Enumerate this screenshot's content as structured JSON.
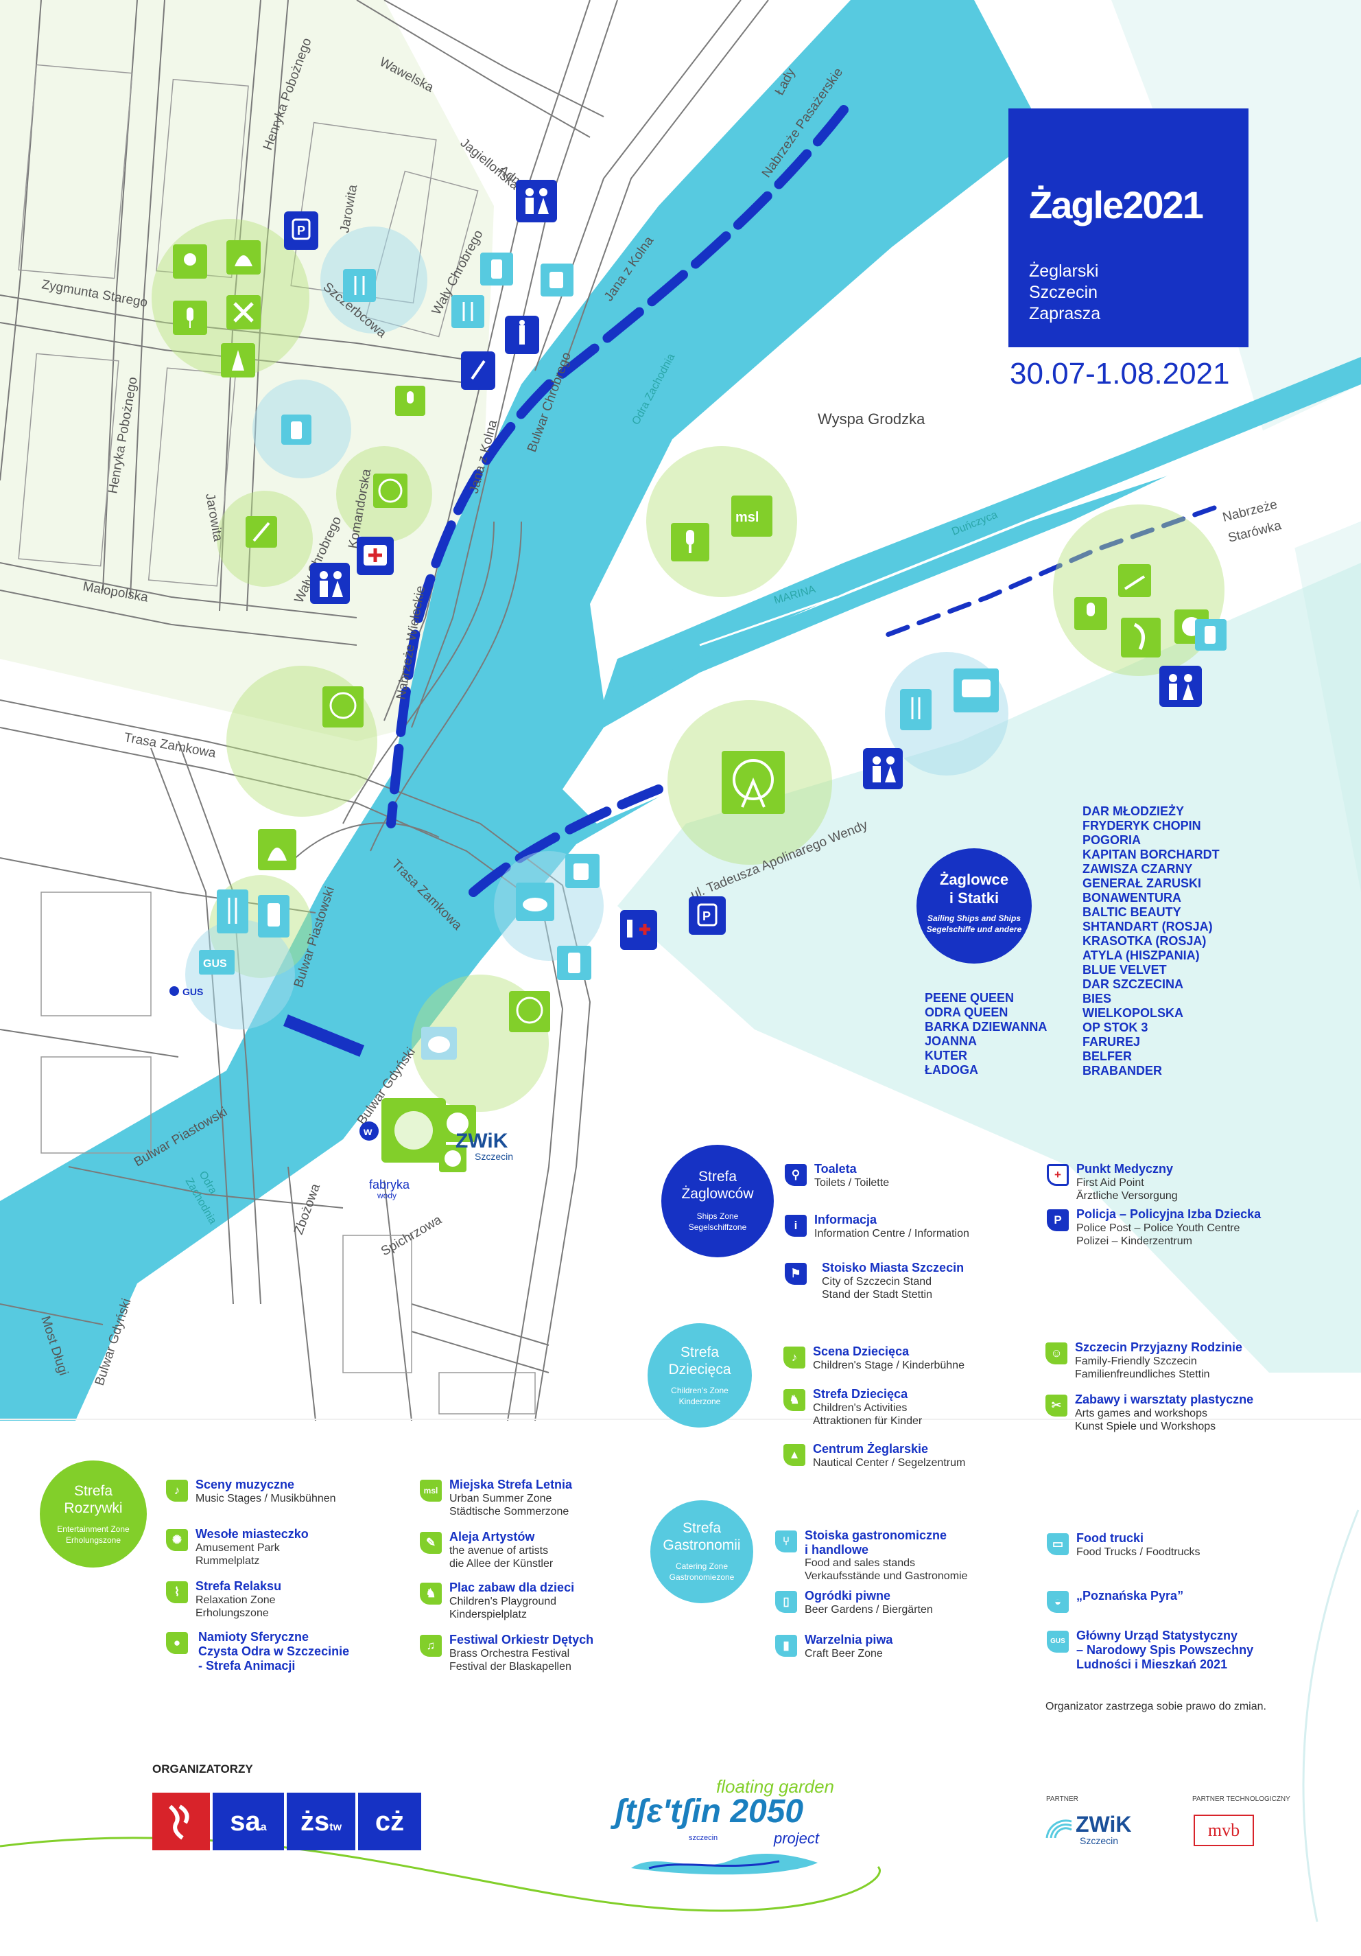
{
  "header": {
    "logo": "Żagle2021",
    "subtitle": [
      "Żeglarski",
      "Szczecin",
      "Zaprasza"
    ],
    "dates": "30.07-1.08.2021"
  },
  "colors": {
    "brand_blue": "#1632c4",
    "river": "#57cae0",
    "zone_green": "#82cf2a",
    "zone_teal": "#57cae0",
    "medical_red": "#d8232a"
  },
  "map": {
    "streets": {
      "wawelska": "Wawelska",
      "henryka_pobożnego_top": "Henryka Pobożnego",
      "jadwigi": "Jagiellońska",
      "admiralska": "Admiralska",
      "lady": "Łady",
      "nabrzeze_pasazerskie": "Nabrzeże Pasażerskie",
      "zygmunta": "Zygmunta Starego",
      "jana_z_kolna_top": "Jana z Kolna",
      "wały_chrobrego_top": "Wały Chrobrego",
      "szczerbcowa": "Szczerbcowa",
      "jarowita": "Jarowita",
      "henryka_pobożnego_left": "Henryka Pobożnego",
      "jarowita_left": "Jarowita",
      "komandorska": "Komandorska",
      "waly_chrobrego_mid": "Wały Chrobrego",
      "jana_z_kolna_mid": "Jana z Kolna",
      "bulwar_chrobrego": "Bulwar Chrobrego",
      "matopolska": "Małopolska",
      "nabrzeze_wieleckie": "Nabrzeże Wieleckie",
      "trasa_zamkowa_left": "Trasa Zamkowa",
      "trasa_zamkowa_mid": "Trasa Zamkowa",
      "apolinarego": "ul. Tadeusza Apolinarego Wendy",
      "nabrzeze_starowka": [
        "Nabrzeże",
        "Starówka"
      ],
      "bulwar_piastowski_mid": "Bulwar Piastowski",
      "bulwar_piastowski_left": "Bulwar Piastowski",
      "bulwar_gdynski": "Bulwar Gdyński",
      "zbozowa": "Zbożowa",
      "spichrzowa": "Spichrzowa",
      "most_dlugi": "Most Długi",
      "bulwar_gdynski_bottom": "Bulwar Gdyński"
    },
    "water_labels": {
      "odra_top": "Odra Zachodnia",
      "duńczyca": "Duńczyca",
      "marina": "MARINA",
      "odra_bottom": [
        "Odra",
        "Zachodnia"
      ]
    },
    "island": "Wyspa Grodzka",
    "gus_map": "GUS",
    "gus_map_small": "GUS",
    "zwik_map": "ZWiK",
    "zwik_map_sub": "Szczecin",
    "fabryka": "fabryka",
    "fabryka_sub": "wody"
  },
  "ships": {
    "title": [
      "Żaglowce",
      "i Statki"
    ],
    "subtitle": [
      "Sailing Ships and Ships",
      "Segelschiffe und andere"
    ],
    "list_right": [
      "DAR MŁODZIEŻY",
      "FRYDERYK CHOPIN",
      "POGORIA",
      "KAPITAN BORCHARDT",
      "ZAWISZA CZARNY",
      "GENERAŁ ZARUSKI",
      "BONAWENTURA",
      "BALTIC BEAUTY",
      "SHTANDART (ROSJA)",
      "KRASOTKA (ROSJA)",
      "ATYLA (HISZPANIA)",
      "BLUE VELVET",
      "DAR SZCZECINA",
      "BIES",
      "WIELKOPOLSKA",
      "OP STOK 3",
      "FARUREJ",
      "BELFER",
      "BRABANDER"
    ],
    "list_left": [
      "PEENE QUEEN",
      "ODRA QUEEN",
      "BARKA DZIEWANNA",
      "JOANNA",
      "KUTER",
      "ŁADOGA"
    ]
  },
  "zones": {
    "zaglowcow": {
      "title": [
        "Strefa",
        "Żaglowców"
      ],
      "sub": [
        "Ships Zone",
        "Segelschiffzone"
      ]
    },
    "dziecieca": {
      "title": [
        "Strefa",
        "Dziecięca"
      ],
      "sub": [
        "Children's Zone",
        "Kinderzone"
      ]
    },
    "rozrywki": {
      "title": [
        "Strefa",
        "Rozrywki"
      ],
      "sub": [
        "Entertainment Zone",
        "Erholungszone"
      ]
    },
    "gastronomii": {
      "title": [
        "Strefa",
        "Gastronomii"
      ],
      "sub": [
        "Catering Zone",
        "Gastronomiezone"
      ]
    }
  },
  "legend": {
    "toaleta": {
      "title": "Toaleta",
      "desc": [
        "Toilets / Toilette"
      ]
    },
    "informacja": {
      "title": "Informacja",
      "desc": [
        "Information Centre / Information"
      ]
    },
    "stoisko": {
      "title": "Stoisko Miasta Szczecin",
      "desc": [
        "City of Szczecin Stand",
        "Stand der Stadt Stettin"
      ]
    },
    "medyczny": {
      "title": "Punkt Medyczny",
      "desc": [
        "First Aid Point",
        "Ärztliche Versorgung"
      ]
    },
    "policja": {
      "title": "Policja – Policyjna Izba Dziecka",
      "desc": [
        "Police Post – Police Youth Centre",
        "Polizei – Kinderzentrum"
      ]
    },
    "scena_dziecieca": {
      "title": "Scena Dziecięca",
      "desc": [
        "Children's Stage / Kinderbühne"
      ]
    },
    "strefa_dziecieca": {
      "title": "Strefa Dziecięca",
      "desc": [
        "Children's Activities",
        "Attraktionen für Kinder"
      ]
    },
    "centrum": {
      "title": "Centrum Żeglarskie",
      "desc": [
        "Nautical Center / Segelzentrum"
      ]
    },
    "przyjazny": {
      "title": "Szczecin Przyjazny Rodzinie",
      "desc": [
        "Family-Friendly Szczecin",
        "Familienfreundliches Stettin"
      ]
    },
    "zabawy": {
      "title": "Zabawy i warsztaty plastyczne",
      "desc": [
        "Arts games and workshops",
        "Kunst Spiele und Workshops"
      ]
    },
    "sceny": {
      "title": "Sceny muzyczne",
      "desc": [
        "Music Stages / Musikbühnen"
      ]
    },
    "miasteczko": {
      "title": "Wesołe miasteczko",
      "desc": [
        "Amusement Park",
        "Rummelplatz"
      ]
    },
    "relaks": {
      "title": "Strefa Relaksu",
      "desc": [
        "Relaxation Zone",
        "Erholungszone"
      ]
    },
    "namioty": {
      "title": [
        "Namioty Sferyczne",
        "Czysta Odra w Szczecinie",
        "- Strefa Animacji"
      ],
      "desc": []
    },
    "msl": {
      "title": "Miejska Strefa Letnia",
      "desc": [
        "Urban Summer Zone",
        "Städtische Sommerzone"
      ]
    },
    "aleja": {
      "title": "Aleja Artystów",
      "desc": [
        "the avenue of artists",
        "die Allee der Künstler"
      ]
    },
    "plac": {
      "title": "Plac zabaw dla dzieci",
      "desc": [
        "Children's Playground",
        "Kinderspielplatz"
      ]
    },
    "festiwal": {
      "title": "Festiwal Orkiestr Dętych",
      "desc": [
        "Brass Orchestra Festival",
        "Festival der Blaskapellen"
      ]
    },
    "gastro_stoiska": {
      "title": [
        "Stoiska gastronomiczne",
        "i handlowe"
      ],
      "desc": [
        "Food and sales stands",
        "Verkaufsstände und Gastronomie"
      ]
    },
    "ogrodki": {
      "title": "Ogródki piwne",
      "desc": [
        "Beer Gardens / Biergärten"
      ]
    },
    "warzelnia": {
      "title": "Warzelnia piwa",
      "desc": [
        "Craft Beer Zone"
      ]
    },
    "foodtrucki": {
      "title": "Food trucki",
      "desc": [
        "Food Trucks / Foodtrucks"
      ]
    },
    "pyra": {
      "title": "„Poznańska Pyra”",
      "desc": []
    },
    "gus": {
      "title": [
        "Główny Urząd Statystyczny",
        "– Narodowy Spis Powszechny",
        "Ludności i Mieszkań 2021"
      ],
      "desc": []
    }
  },
  "icons": {
    "toilet": "toilet-icon",
    "info": "info-icon",
    "stand": "city-stand-icon",
    "medical": "first-aid-icon",
    "police": "police-icon",
    "stage_kids": "kids-stage-icon",
    "kids": "kids-activities-icon",
    "nautical": "nautical-center-icon",
    "family": "family-icon",
    "art": "art-workshop-icon",
    "music": "music-stage-icon",
    "wheel": "ferris-wheel-icon",
    "relax": "deckchair-icon",
    "sphere": "sphere-tent-icon",
    "msl": "msl-icon",
    "brush": "brush-icon",
    "horse": "rocking-horse-icon",
    "sax": "saxophone-icon",
    "food": "cutlery-icon",
    "beer": "beer-icon",
    "brew": "brewery-icon",
    "truck": "food-truck-icon",
    "potato": "potato-icon",
    "gus": "gus-icon"
  },
  "icon_text": {
    "info": "i",
    "police": "P",
    "medical": "+",
    "msl": "msl",
    "gus": "GUS"
  },
  "footer": {
    "note": "Organizator zastrzega sobie prawo do zmian.",
    "organizers_label": "ORGANIZATORZY",
    "org_logos": [
      "sa",
      "żs",
      "cż"
    ],
    "org_small": [
      "a",
      "tw"
    ],
    "stetin": "ʃtʃɛ'tʃin 2050",
    "stetin_top": "floating garden",
    "stetin_bottom": "project",
    "stetin_city": "szczecin",
    "partner_label": "PARTNER",
    "tech_label": "PARTNER TECHNOLOGICZNY",
    "partner_zwik": "ZWiK",
    "partner_zwik_sub": "Szczecin",
    "mvb": "mvb"
  }
}
